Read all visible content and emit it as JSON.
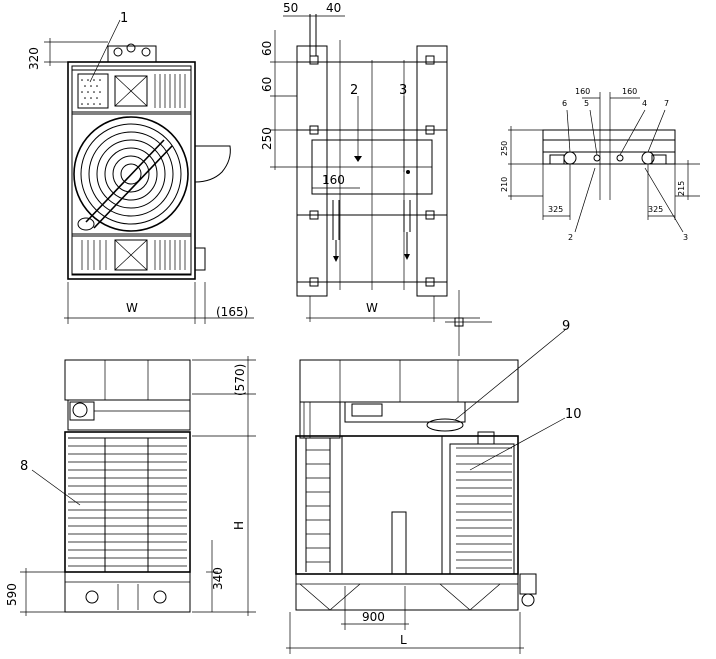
{
  "top_view": {
    "dim_320": "320",
    "dim_w": "W",
    "dim_165": "(165)",
    "callout_1": "1"
  },
  "plan_view": {
    "dim_50": "50",
    "dim_40": "40",
    "dim_60a": "60",
    "dim_60b": "60",
    "dim_250": "250",
    "dim_160": "160",
    "dim_w": "W",
    "callout_2": "2",
    "callout_3": "3"
  },
  "detail_view": {
    "dim_160a": "160",
    "dim_160b": "160",
    "dim_250": "250",
    "dim_210": "210",
    "dim_215": "215",
    "dim_325a": "325",
    "dim_325b": "325",
    "callout_6": "6",
    "callout_5": "5",
    "callout_4": "4",
    "callout_7": "7",
    "callout_2": "2",
    "callout_3": "3"
  },
  "front_view": {
    "dim_570": "(570)",
    "dim_h": "H",
    "dim_340": "340",
    "dim_590": "590",
    "callout_8": "8"
  },
  "side_view": {
    "dim_900": "900",
    "dim_l": "L",
    "callout_9": "9",
    "callout_10": "10"
  }
}
